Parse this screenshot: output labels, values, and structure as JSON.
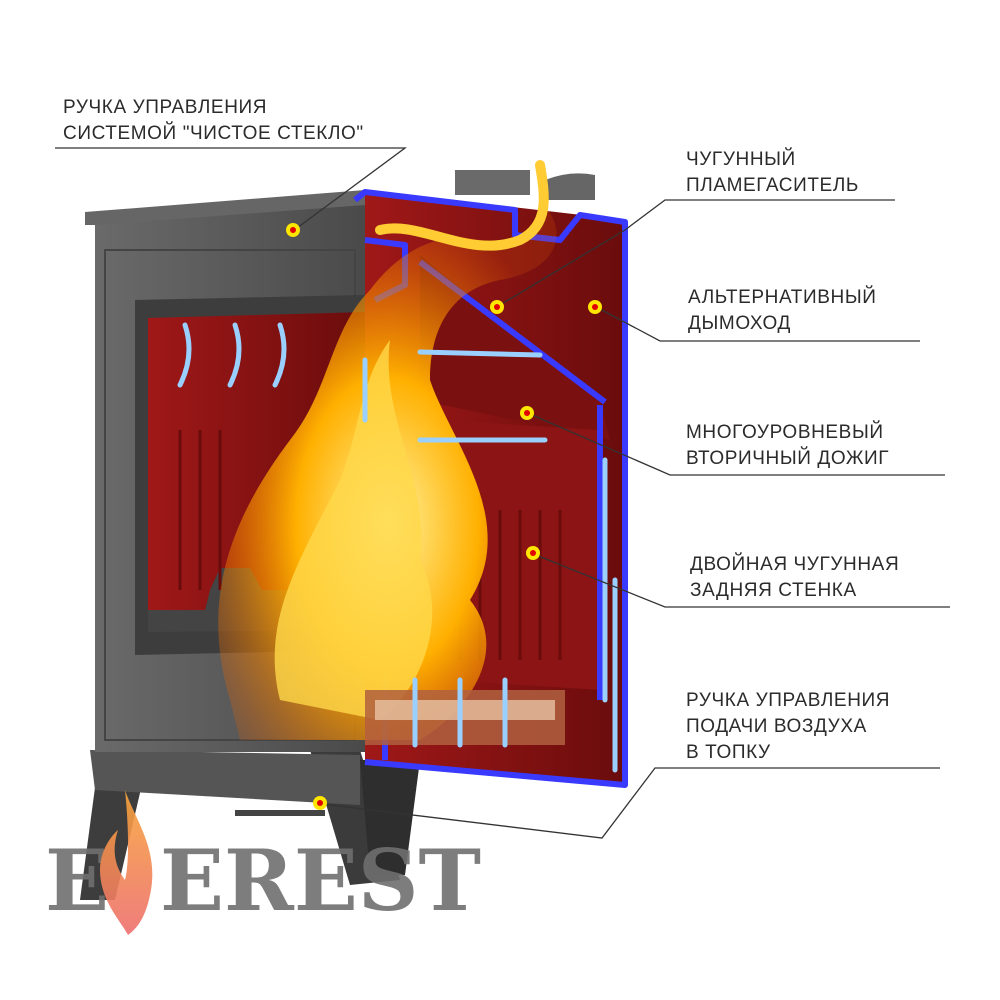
{
  "callouts": [
    {
      "id": "clean-glass-handle",
      "lines": [
        "РУЧКА УПРАВЛЕНИЯ",
        "СИСТЕМОЙ \"ЧИСТОЕ СТЕКЛО\""
      ]
    },
    {
      "id": "cast-iron-flame-arrester",
      "lines": [
        "ЧУГУННЫЙ",
        "ПЛАМЕГАСИТЕЛЬ"
      ]
    },
    {
      "id": "alternative-chimney",
      "lines": [
        "АЛЬТЕРНАТИВНЫЙ",
        "ДЫМОХОД"
      ]
    },
    {
      "id": "multilevel-afterburn",
      "lines": [
        "МНОГОУРОВНЕВЫЙ",
        "ВТОРИЧНЫЙ ДОЖИГ"
      ]
    },
    {
      "id": "double-back-wall",
      "lines": [
        "ДВОЙНАЯ ЧУГУННАЯ",
        "ЗАДНЯЯ СТЕНКА"
      ]
    },
    {
      "id": "air-supply-handle",
      "lines": [
        "РУЧКА УПРАВЛЕНИЯ",
        "ПОДАЧИ ВОЗДУХА",
        "В ТОПКУ"
      ]
    }
  ],
  "logo": {
    "text_left": "E",
    "text_right": "EREST",
    "full": "EVEREST"
  },
  "colors": {
    "body": "#5a5a5a",
    "interior": "#8e1515",
    "section": "#3a3aff",
    "flame": "#ffa500",
    "air": "#9ad0ff",
    "dot": "#ffe600",
    "dot_center": "#e00000"
  }
}
